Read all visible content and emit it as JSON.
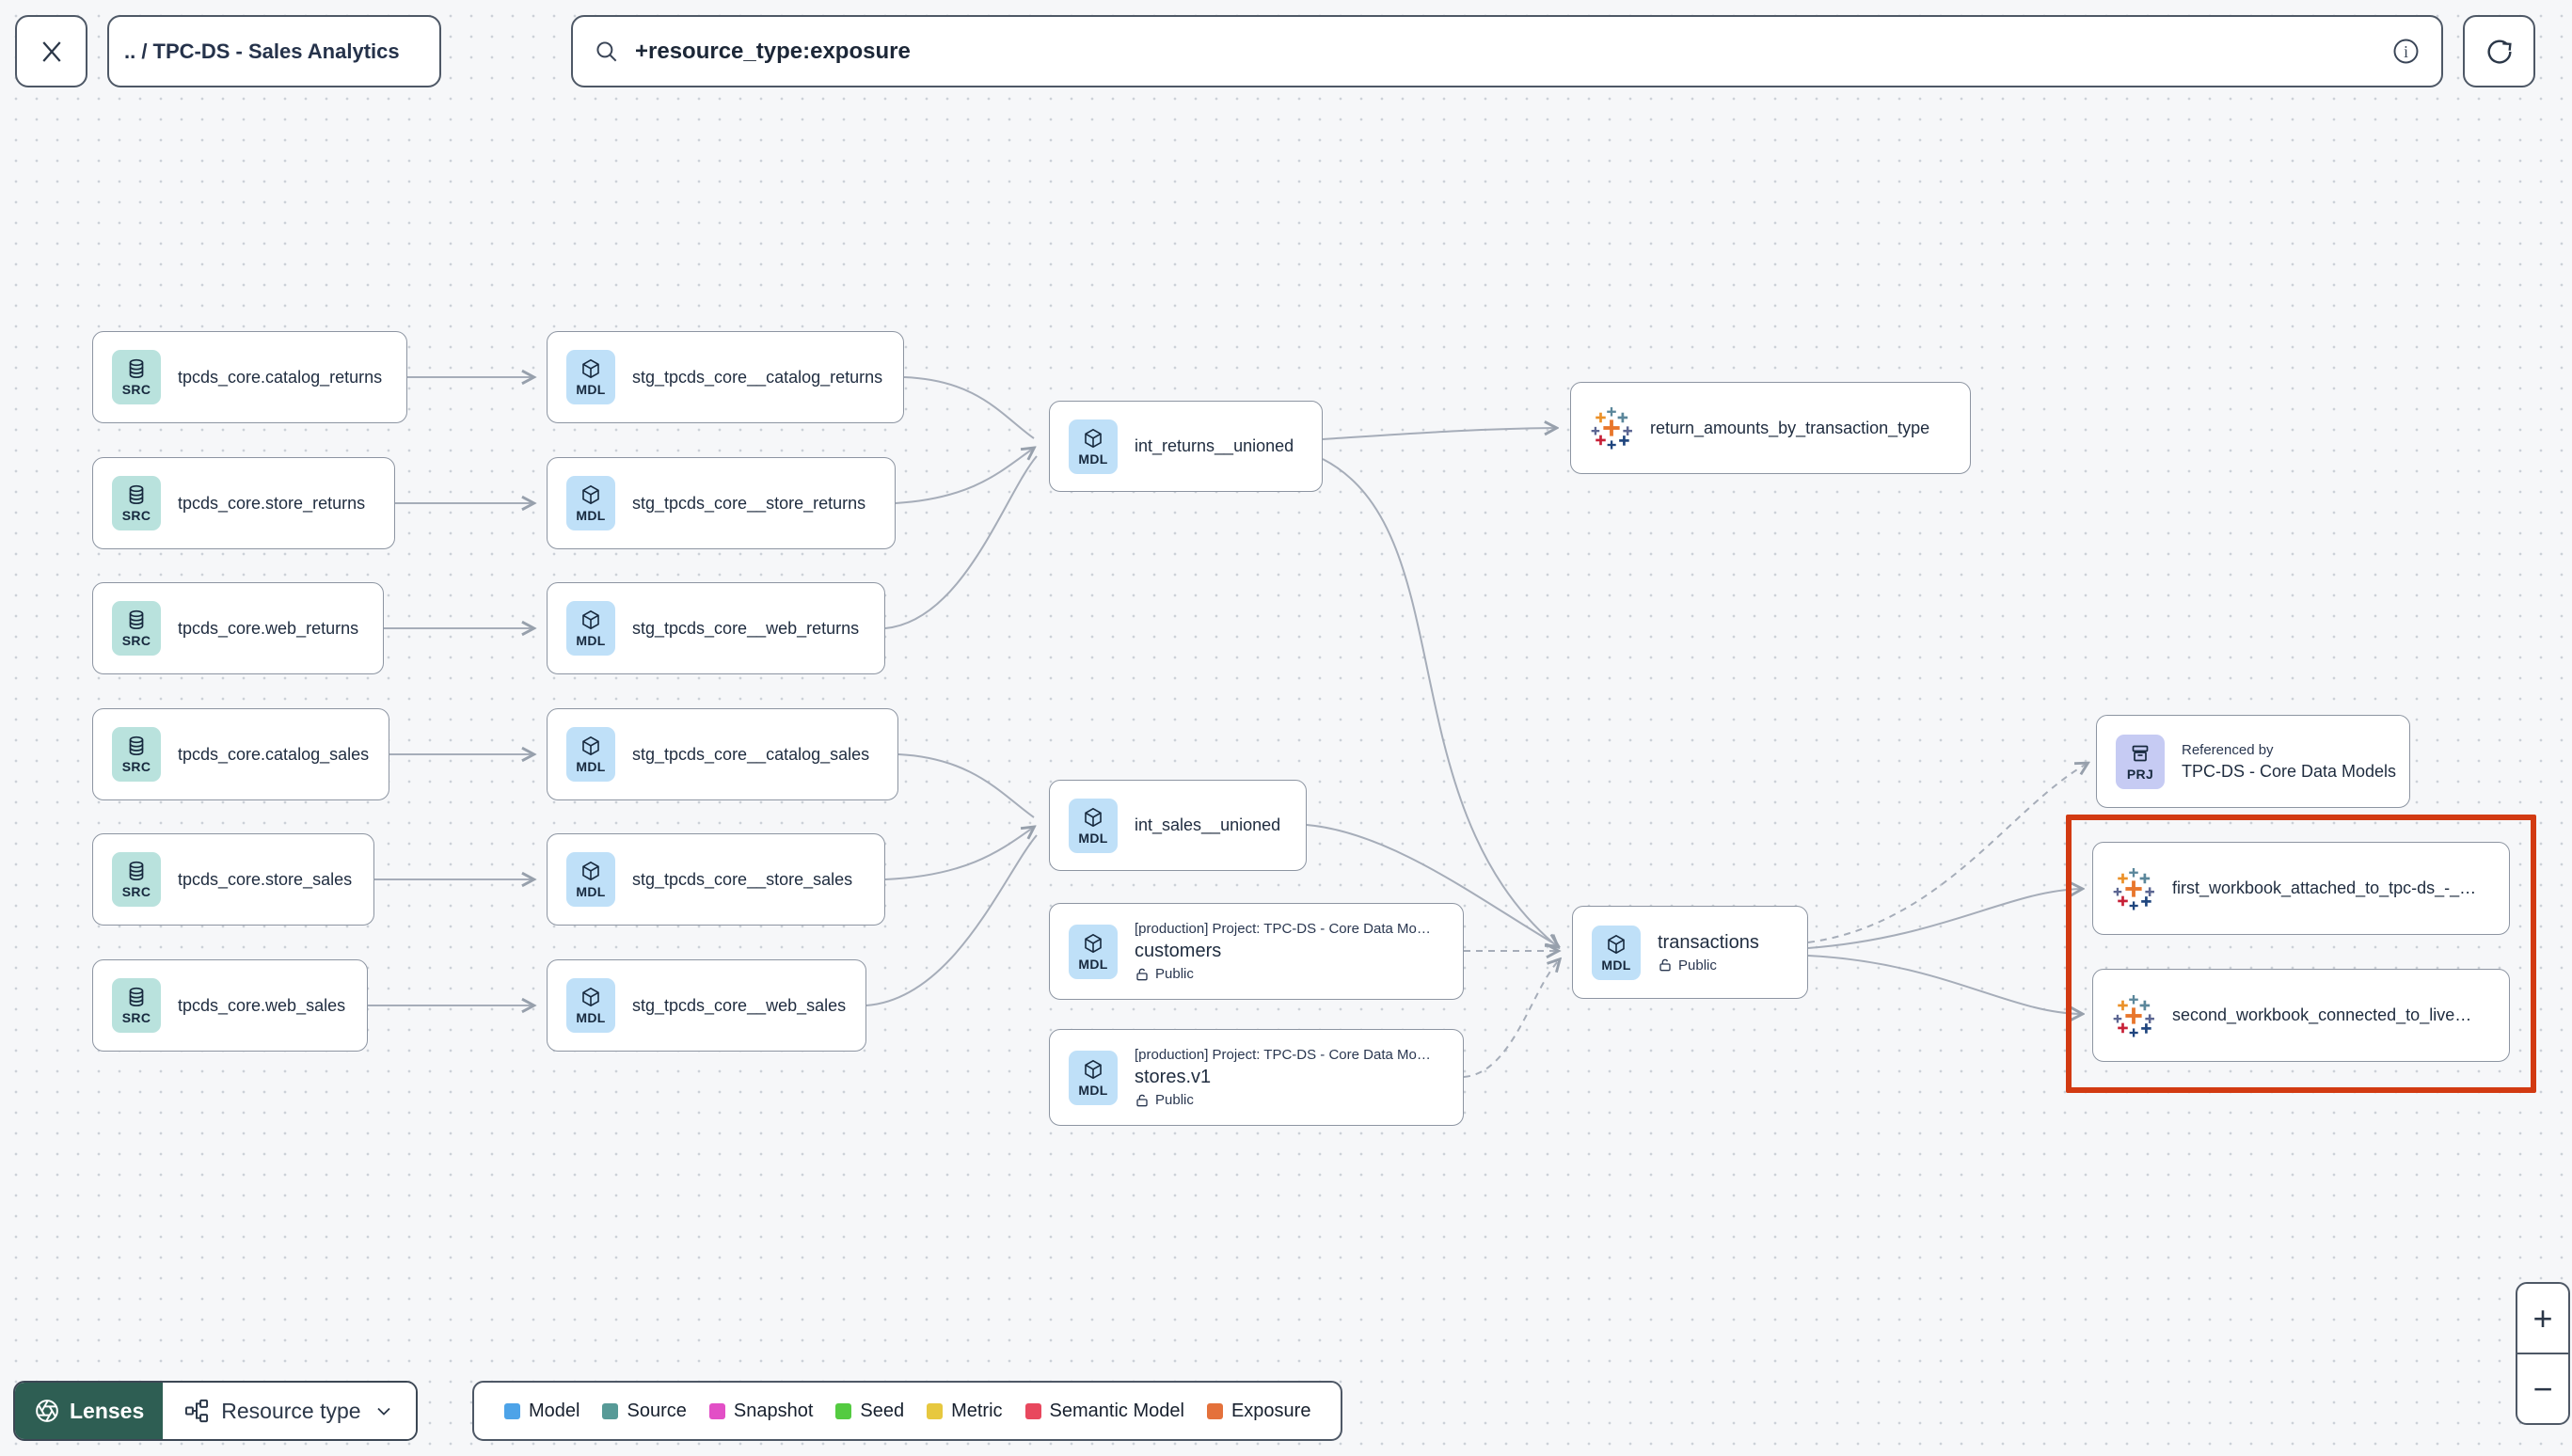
{
  "header": {
    "breadcrumb": ".. / TPC-DS - Sales Analytics",
    "search": {
      "value": "+resource_type:exposure"
    }
  },
  "badges": {
    "source": "SRC",
    "model": "MDL",
    "project": "PRJ"
  },
  "graph": {
    "sources": [
      {
        "label": "tpcds_core.catalog_returns"
      },
      {
        "label": "tpcds_core.store_returns"
      },
      {
        "label": "tpcds_core.web_returns"
      },
      {
        "label": "tpcds_core.catalog_sales"
      },
      {
        "label": "tpcds_core.store_sales"
      },
      {
        "label": "tpcds_core.web_sales"
      }
    ],
    "staging": [
      {
        "label": "stg_tpcds_core__catalog_returns"
      },
      {
        "label": "stg_tpcds_core__store_returns"
      },
      {
        "label": "stg_tpcds_core__web_returns"
      },
      {
        "label": "stg_tpcds_core__catalog_sales"
      },
      {
        "label": "stg_tpcds_core__store_sales"
      },
      {
        "label": "stg_tpcds_core__web_sales"
      }
    ],
    "intermediate": [
      {
        "label": "int_returns__unioned"
      },
      {
        "label": "int_sales__unioned"
      }
    ],
    "upstream_project_models": [
      {
        "context": "[production] Project: TPC-DS - Core Data Mo…",
        "label": "customers",
        "access": "Public"
      },
      {
        "context": "[production] Project: TPC-DS - Core Data Mo…",
        "label": "stores.v1",
        "access": "Public"
      }
    ],
    "marts": [
      {
        "label": "transactions",
        "access": "Public"
      }
    ],
    "referenced_by": {
      "title": "Referenced by",
      "label": "TPC-DS - Core Data Models"
    },
    "exposures": [
      {
        "label": "return_amounts_by_transaction_type"
      },
      {
        "label": "first_workbook_attached_to_tpc-ds_-_…"
      },
      {
        "label": "second_workbook_connected_to_live…"
      }
    ]
  },
  "toolbar": {
    "lenses": "Lenses",
    "resource_type": "Resource type"
  },
  "legend": [
    {
      "label": "Model",
      "color": "#4da3e8"
    },
    {
      "label": "Source",
      "color": "#579a97"
    },
    {
      "label": "Snapshot",
      "color": "#e24fc6"
    },
    {
      "label": "Seed",
      "color": "#54cb41"
    },
    {
      "label": "Metric",
      "color": "#e7c83f"
    },
    {
      "label": "Semantic Model",
      "color": "#e8485e"
    },
    {
      "label": "Exposure",
      "color": "#e4713b"
    }
  ],
  "zoom_controls": {
    "zoom_in": "+",
    "zoom_out": "−"
  },
  "colors": {
    "highlight_box": "#d23a12",
    "source_badge_bg": "#b9e2dd",
    "model_badge_bg": "#bfe0f8",
    "project_badge_bg": "#c6cbf3",
    "lenses_bg": "#2e5e53"
  }
}
